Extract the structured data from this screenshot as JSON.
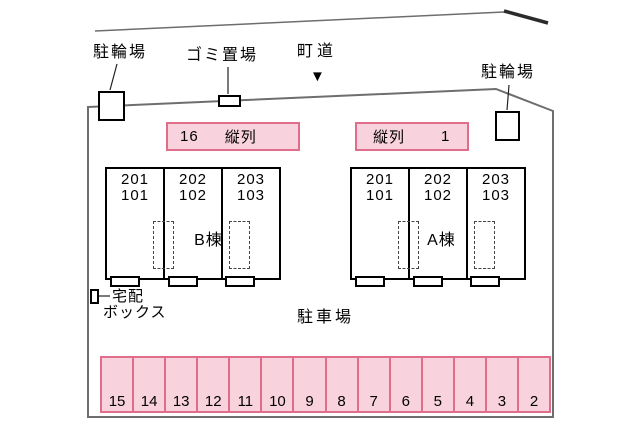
{
  "labels": {
    "bike_parking_left": "駐輪場",
    "garbage_area": "ゴミ置場",
    "town_road": "町道",
    "road_arrow": "▼",
    "bike_parking_right": "駐輪場",
    "delivery_box_line1": "宅配",
    "delivery_box_line2": "ボックス",
    "parking_lot": "駐車場"
  },
  "tandem_left": {
    "number": "16",
    "text": "縦列"
  },
  "tandem_right": {
    "text": "縦列",
    "number": "1"
  },
  "buildings": [
    {
      "name": "B棟",
      "units": [
        {
          "upper": "201",
          "lower": "101"
        },
        {
          "upper": "202",
          "lower": "102"
        },
        {
          "upper": "203",
          "lower": "103"
        }
      ]
    },
    {
      "name": "A棟",
      "units": [
        {
          "upper": "201",
          "lower": "101"
        },
        {
          "upper": "202",
          "lower": "102"
        },
        {
          "upper": "203",
          "lower": "103"
        }
      ]
    }
  ],
  "parking_spaces": [
    "15",
    "14",
    "13",
    "12",
    "11",
    "10",
    "9",
    "8",
    "7",
    "6",
    "5",
    "4",
    "3",
    "2"
  ],
  "colors": {
    "stall_fill": "#f8d3dd",
    "stall_border": "#e06d8a",
    "boundary": "#6e6e6e",
    "text": "#000000"
  }
}
